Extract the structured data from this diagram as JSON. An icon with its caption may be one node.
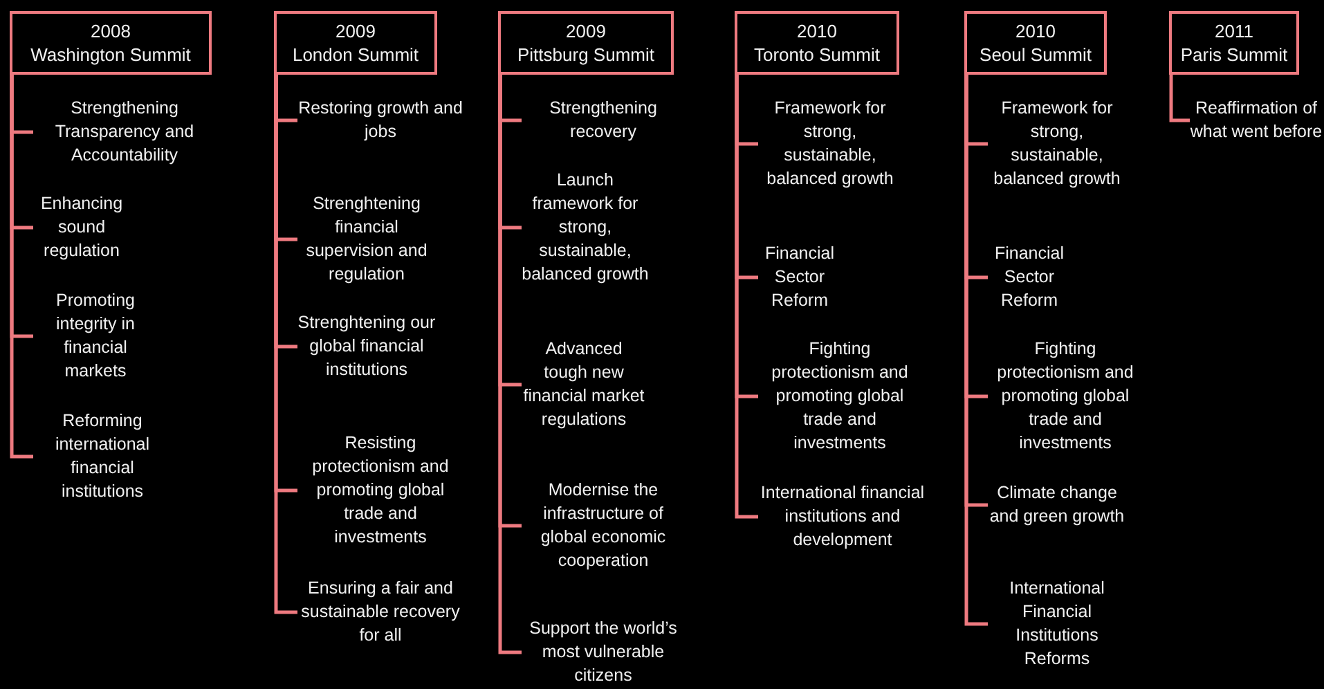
{
  "diagram": {
    "nodes": [
      {
        "text": [
          "2008",
          "Washington Summit"
        ]
      },
      {
        "text": [
          "Strengthening Transparency and Accountability"
        ]
      },
      {
        "text": [
          "Enhancing sound regulation"
        ]
      },
      {
        "text": [
          "Promoting integrity in financial markets"
        ]
      },
      {
        "text": [
          "Reforming international financial institutions"
        ]
      },
      {
        "text": [
          "2009",
          "London Summit"
        ]
      },
      {
        "text": [
          "Restoring growth and jobs"
        ]
      },
      {
        "text": [
          "Strenghtening financial supervision and regulation"
        ]
      },
      {
        "text": [
          "Strenghtening our global financial institutions"
        ]
      },
      {
        "text": [
          "Resisting protectionism and promoting global trade and investments"
        ]
      },
      {
        "text": [
          "Ensuring a fair and sustainable recovery for all"
        ]
      },
      {
        "text": [
          "2009",
          "Pittsburg Summit"
        ]
      },
      {
        "text": [
          "Strengthening recovery"
        ]
      },
      {
        "text": [
          "Launch framework for strong, sustainable, balanced growth"
        ]
      },
      {
        "text": [
          "Advanced tough new financial market regulations"
        ]
      },
      {
        "text": [
          "Modernise the infrastructure of global economic cooperation"
        ]
      },
      {
        "text": [
          "Support the world’s most vulnerable citizens"
        ]
      },
      {
        "text": [
          "2010",
          "Toronto Summit"
        ]
      },
      {
        "text": [
          "Framework for strong, sustainable, balanced growth"
        ]
      },
      {
        "text": [
          "Financial Sector Reform"
        ]
      },
      {
        "text": [
          "Fighting protectionism and promoting global trade and investments"
        ]
      },
      {
        "text": [
          "International financial institutions and development"
        ]
      },
      {
        "text": [
          "2010",
          "Seoul Summit"
        ]
      },
      {
        "text": [
          "Framework for strong, sustainable, balanced growth"
        ]
      },
      {
        "text": [
          "Financial Sector Reform"
        ]
      },
      {
        "text": [
          "Fighting protectionism and promoting global trade and investments"
        ]
      },
      {
        "text": [
          "Climate change and green growth"
        ]
      },
      {
        "text": [
          "International Financial Institutions Reforms"
        ]
      },
      {
        "text": [
          "2011",
          "Paris Summit"
        ]
      },
      {
        "text": [
          "Reaffirmation of what went before"
        ]
      }
    ],
    "edges": [
      {
        "from": 0,
        "to": 1,
        "arrow": "none"
      },
      {
        "from": 0,
        "to": 2,
        "arrow": "none"
      },
      {
        "from": 0,
        "to": 3,
        "arrow": "none"
      },
      {
        "from": 0,
        "to": 4,
        "arrow": "none"
      },
      {
        "from": 5,
        "to": 6,
        "arrow": "none"
      },
      {
        "from": 5,
        "to": 7,
        "arrow": "none"
      },
      {
        "from": 5,
        "to": 8,
        "arrow": "none"
      },
      {
        "from": 5,
        "to": 9,
        "arrow": "none"
      },
      {
        "from": 5,
        "to": 10,
        "arrow": "none"
      },
      {
        "from": 11,
        "to": 12,
        "arrow": "none"
      },
      {
        "from": 11,
        "to": 13,
        "arrow": "none"
      },
      {
        "from": 11,
        "to": 14,
        "arrow": "none"
      },
      {
        "from": 11,
        "to": 15,
        "arrow": "none"
      },
      {
        "from": 11,
        "to": 16,
        "arrow": "none"
      },
      {
        "from": 17,
        "to": 18,
        "arrow": "none"
      },
      {
        "from": 17,
        "to": 19,
        "arrow": "none"
      },
      {
        "from": 17,
        "to": 20,
        "arrow": "none"
      },
      {
        "from": 17,
        "to": 21,
        "arrow": "none"
      },
      {
        "from": 22,
        "to": 23,
        "arrow": "none"
      },
      {
        "from": 22,
        "to": 24,
        "arrow": "none"
      },
      {
        "from": 22,
        "to": 25,
        "arrow": "none"
      },
      {
        "from": 22,
        "to": 26,
        "arrow": "none"
      },
      {
        "from": 22,
        "to": 27,
        "arrow": "none"
      },
      {
        "from": 28,
        "to": 29,
        "arrow": "none"
      }
    ]
  }
}
